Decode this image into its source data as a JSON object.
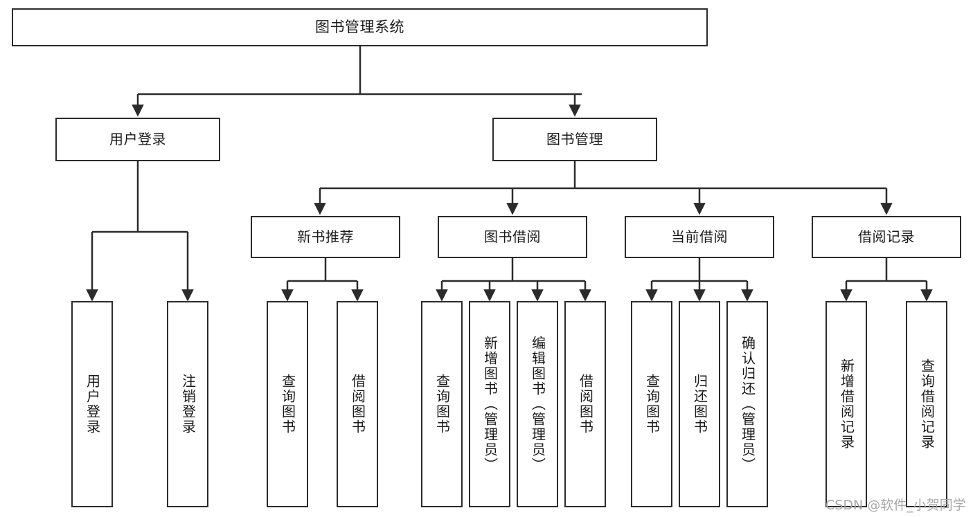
{
  "diagram": {
    "type": "tree",
    "title": "图书管理系统",
    "orientation": "top-down",
    "colors": {
      "stroke": "#2b2b2b",
      "fill": "#ffffff",
      "text": "#1a1a1a",
      "watermark": "#a8a8a8"
    },
    "nodes": {
      "root": {
        "label": "图书管理系统"
      },
      "level2": [
        {
          "label": "用户登录"
        },
        {
          "label": "图书管理"
        }
      ],
      "level3": [
        {
          "label": "新书推荐"
        },
        {
          "label": "图书借阅"
        },
        {
          "label": "当前借阅"
        },
        {
          "label": "借阅记录"
        }
      ],
      "leaves": {
        "user_login": [
          {
            "label": "用户登录"
          },
          {
            "label": "注销登录"
          }
        ],
        "new_book": [
          {
            "label": "查询图书"
          },
          {
            "label": "借阅图书"
          }
        ],
        "borrow_book": [
          {
            "label": "查询图书"
          },
          {
            "label": "新增图书（管理员）"
          },
          {
            "label": "编辑图书（管理员）"
          },
          {
            "label": "借阅图书"
          }
        ],
        "current_borrow": [
          {
            "label": "查询图书"
          },
          {
            "label": "归还图书"
          },
          {
            "label": "确认归还（管理员）"
          }
        ],
        "borrow_record": [
          {
            "label": "新增借阅记录"
          },
          {
            "label": "查询借阅记录"
          }
        ]
      }
    }
  },
  "watermark": {
    "text": "CSDN @软件_小贺同学"
  }
}
